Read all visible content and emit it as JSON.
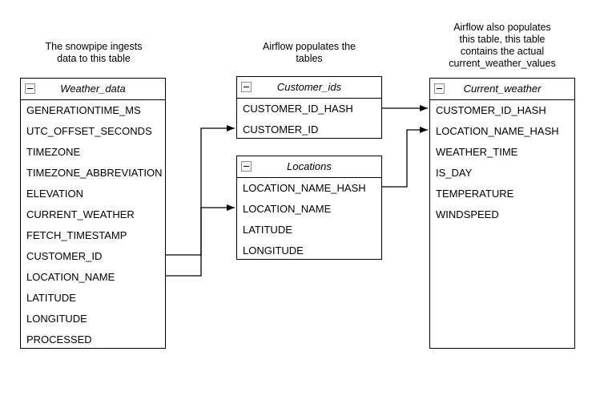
{
  "canvas": {
    "background": "#ffffff",
    "stroke_color": "#000000",
    "text_color": "#000000"
  },
  "annotations": {
    "snowpipe_note": "The snowpipe ingests\ndata to this table",
    "airflow_note": "Airflow populates the\ntables",
    "current_weather_note": "Airflow also populates\nthis table, this table\ncontains the actual\ncurrent_weather_values"
  },
  "tables": {
    "weather_data": {
      "title": "Weather_data",
      "fields": [
        "GENERATIONTIME_MS",
        "UTC_OFFSET_SECONDS",
        "TIMEZONE",
        "TIMEZONE_ABBREVIATION",
        "ELEVATION",
        "CURRENT_WEATHER",
        "FETCH_TIMESTAMP",
        "CUSTOMER_ID",
        "LOCATION_NAME",
        "LATITUDE",
        "LONGITUDE",
        "PROCESSED"
      ]
    },
    "customer_ids": {
      "title": "Customer_ids",
      "fields": [
        "CUSTOMER_ID_HASH",
        "CUSTOMER_ID"
      ]
    },
    "locations": {
      "title": "Locations",
      "fields": [
        "LOCATION_NAME_HASH",
        "LOCATION_NAME",
        "LATITUDE",
        "LONGITUDE"
      ]
    },
    "current_weather": {
      "title": "Current_weather",
      "fields": [
        "CUSTOMER_ID_HASH",
        "LOCATION_NAME_HASH",
        "WEATHER_TIME",
        "IS_DAY",
        "TEMPERATURE",
        "WINDSPEED"
      ]
    }
  },
  "icons": {
    "collapse": "collapse-minus-icon"
  },
  "connections": [
    {
      "from": "Weather_data.CUSTOMER_ID",
      "to": "Customer_ids.CUSTOMER_ID"
    },
    {
      "from": "Weather_data.LOCATION_NAME",
      "to": "Locations.LOCATION_NAME"
    },
    {
      "from": "Customer_ids.CUSTOMER_ID_HASH",
      "to": "Current_weather.CUSTOMER_ID_HASH"
    },
    {
      "from": "Locations.LOCATION_NAME_HASH",
      "to": "Current_weather.LOCATION_NAME_HASH"
    }
  ]
}
